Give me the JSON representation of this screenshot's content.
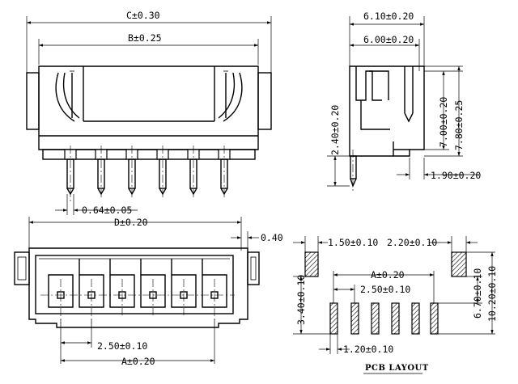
{
  "front_view": {
    "dim_c": "C±0.30",
    "dim_b": "B±0.25",
    "dim_pin_width": "0.64±0.05"
  },
  "side_view": {
    "dim_overall_depth": "6.10±0.20",
    "dim_inner_depth": "6.00±0.20",
    "dim_pin_height": "2.40±0.20",
    "dim_body_height": "7.00±0.20",
    "dim_total_height": "7.80±0.25",
    "dim_base": "1.90±0.20"
  },
  "top_view": {
    "dim_d": "D±0.20",
    "dim_edge": "0.40",
    "dim_pitch": "2.50±0.10",
    "dim_a": "A±0.20"
  },
  "pcb_layout": {
    "title": "PCB LAYOUT",
    "dim_left_pad_width": "1.50±0.10",
    "dim_right_pad_width": "2.20±0.10",
    "dim_a": "A±0.20",
    "dim_pitch": "2.50±0.10",
    "dim_pad_height": "3.40±0.10",
    "dim_pad_offset": "6.70±0.10",
    "dim_total": "10.20±0.10",
    "dim_hole": "1.20±0.10"
  }
}
